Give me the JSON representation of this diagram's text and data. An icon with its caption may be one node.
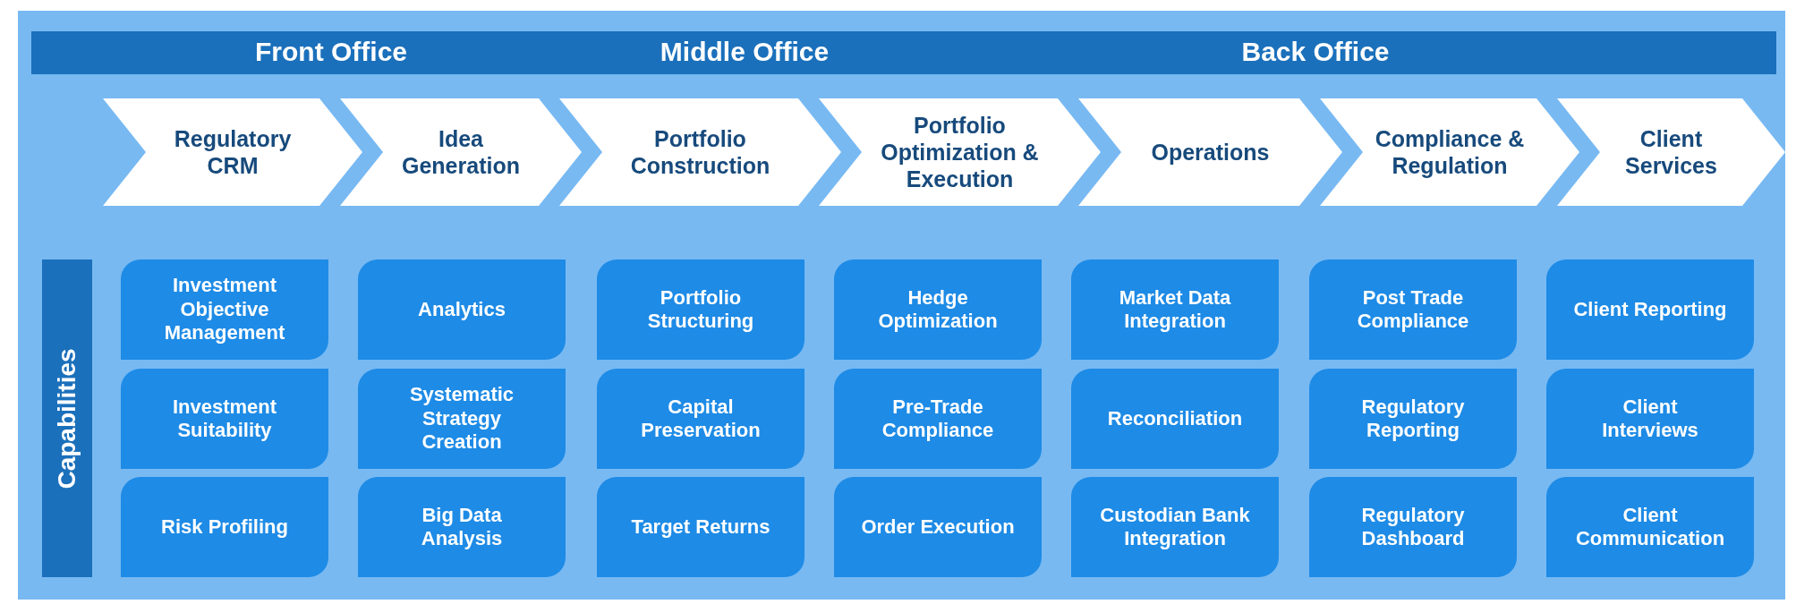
{
  "diagram": {
    "nodes": [
      {
        "text": [
          "Front Office",
          "Middle Office",
          "Back Office"
        ]
      },
      {
        "text": [
          "Regulatory CRM"
        ]
      },
      {
        "text": [
          "Idea Generation"
        ]
      },
      {
        "text": [
          "Portfolio Construction"
        ]
      },
      {
        "text": [
          "Portfolio Optimization & Execution"
        ]
      },
      {
        "text": [
          "Operations"
        ]
      },
      {
        "text": [
          "Compliance & Regulation"
        ]
      },
      {
        "text": [
          "Client Services"
        ]
      },
      {
        "text": [
          "Capabilities"
        ]
      },
      {
        "text": [
          "Investment Objective Management"
        ]
      },
      {
        "text": [
          "Analytics"
        ]
      },
      {
        "text": [
          "Portfolio Structuring"
        ]
      },
      {
        "text": [
          "Hedge Optimization"
        ]
      },
      {
        "text": [
          "Market Data Integration"
        ]
      },
      {
        "text": [
          "Post Trade Compliance"
        ]
      },
      {
        "text": [
          "Client Reporting"
        ]
      },
      {
        "text": [
          "Investment Suitability"
        ]
      },
      {
        "text": [
          "Systematic Strategy Creation"
        ]
      },
      {
        "text": [
          "Capital Preservation"
        ]
      },
      {
        "text": [
          "Pre-Trade Compliance"
        ]
      },
      {
        "text": [
          "Reconciliation"
        ]
      },
      {
        "text": [
          "Regulatory Reporting"
        ]
      },
      {
        "text": [
          "Client Interviews"
        ]
      },
      {
        "text": [
          "Risk Profiling"
        ]
      },
      {
        "text": [
          "Big Data Analysis"
        ]
      },
      {
        "text": [
          "Target Returns"
        ]
      },
      {
        "text": [
          "Order Execution"
        ]
      },
      {
        "text": [
          "Custodian Bank Integration"
        ]
      },
      {
        "text": [
          "Regulatory Dashboard"
        ]
      },
      {
        "text": [
          "Client Communication"
        ]
      }
    ]
  }
}
